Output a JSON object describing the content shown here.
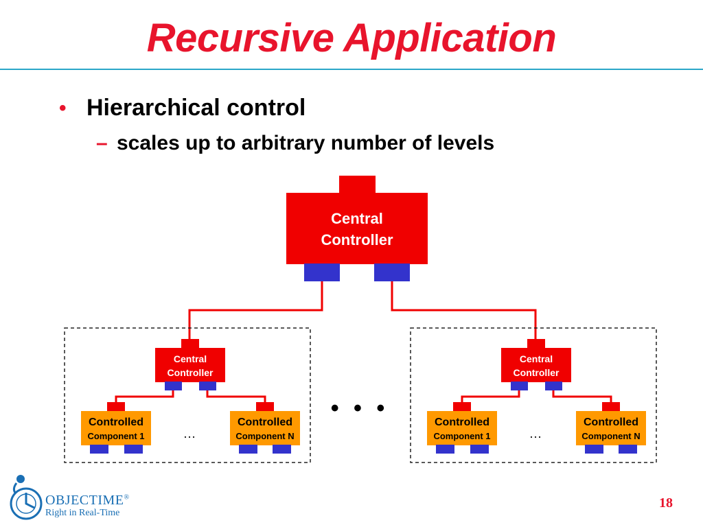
{
  "slide": {
    "title": "Recursive Application",
    "bullet": "Hierarchical control",
    "bullet_marker": "•",
    "sub_bullet": "scales up to arbitrary number of levels",
    "sub_bullet_marker": "–",
    "page_number": "18"
  },
  "logo": {
    "name": "OBJECTIME",
    "trademark": "®",
    "tagline": "Right in Real-Time"
  },
  "diagram": {
    "top_controller": {
      "line1": "Central",
      "line2": "Controller"
    },
    "groups": [
      {
        "controller": {
          "line1": "Central",
          "line2": "Controller"
        },
        "left_component": {
          "line1": "Controlled",
          "line2": "Component 1"
        },
        "right_component": {
          "line1": "Controlled",
          "line2": "Component N"
        },
        "ellipsis": "…"
      },
      {
        "controller": {
          "line1": "Central",
          "line2": "Controller"
        },
        "left_component": {
          "line1": "Controlled",
          "line2": "Component 1"
        },
        "right_component": {
          "line1": "Controlled",
          "line2": "Component N"
        },
        "ellipsis": "…"
      }
    ],
    "group_separator": "• • •"
  },
  "colors": {
    "title_red": "#e8142c",
    "controller_red": "#f00000",
    "component_orange": "#ff9900",
    "port_blue": "#3333cc",
    "rule_blue": "#2aa6c8",
    "logo_blue": "#1a6fb4"
  }
}
